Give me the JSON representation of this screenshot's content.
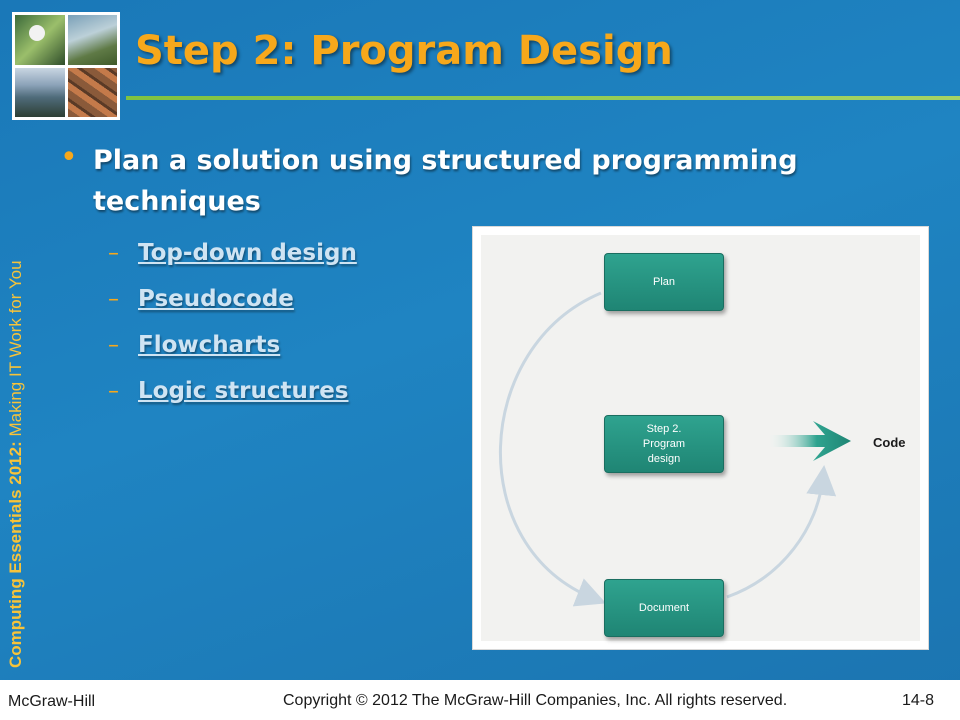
{
  "slide": {
    "title": "Step 2: Program Design",
    "side_label": {
      "bold": "Computing Essentials 2012:",
      "rest": " Making IT Work for You"
    },
    "bullet": "Plan a solution using structured programming techniques",
    "sub_items": [
      "Top-down design",
      "Pseudocode",
      "Flowcharts",
      "Logic structures"
    ]
  },
  "figure": {
    "boxes": {
      "plan": "Plan",
      "step": "Step 2.\nProgram\ndesign",
      "document": "Document"
    },
    "output_label": "Code"
  },
  "footer": {
    "publisher": "McGraw-Hill",
    "copyright": "Copyright © 2012 The McGraw-Hill Companies, Inc. All rights reserved.",
    "page": "14-8"
  },
  "colors": {
    "background": "#1f84c2",
    "title": "#f7a81b",
    "rule": "#7fc241",
    "link": "#cfe4f3",
    "box": "#25917f"
  }
}
